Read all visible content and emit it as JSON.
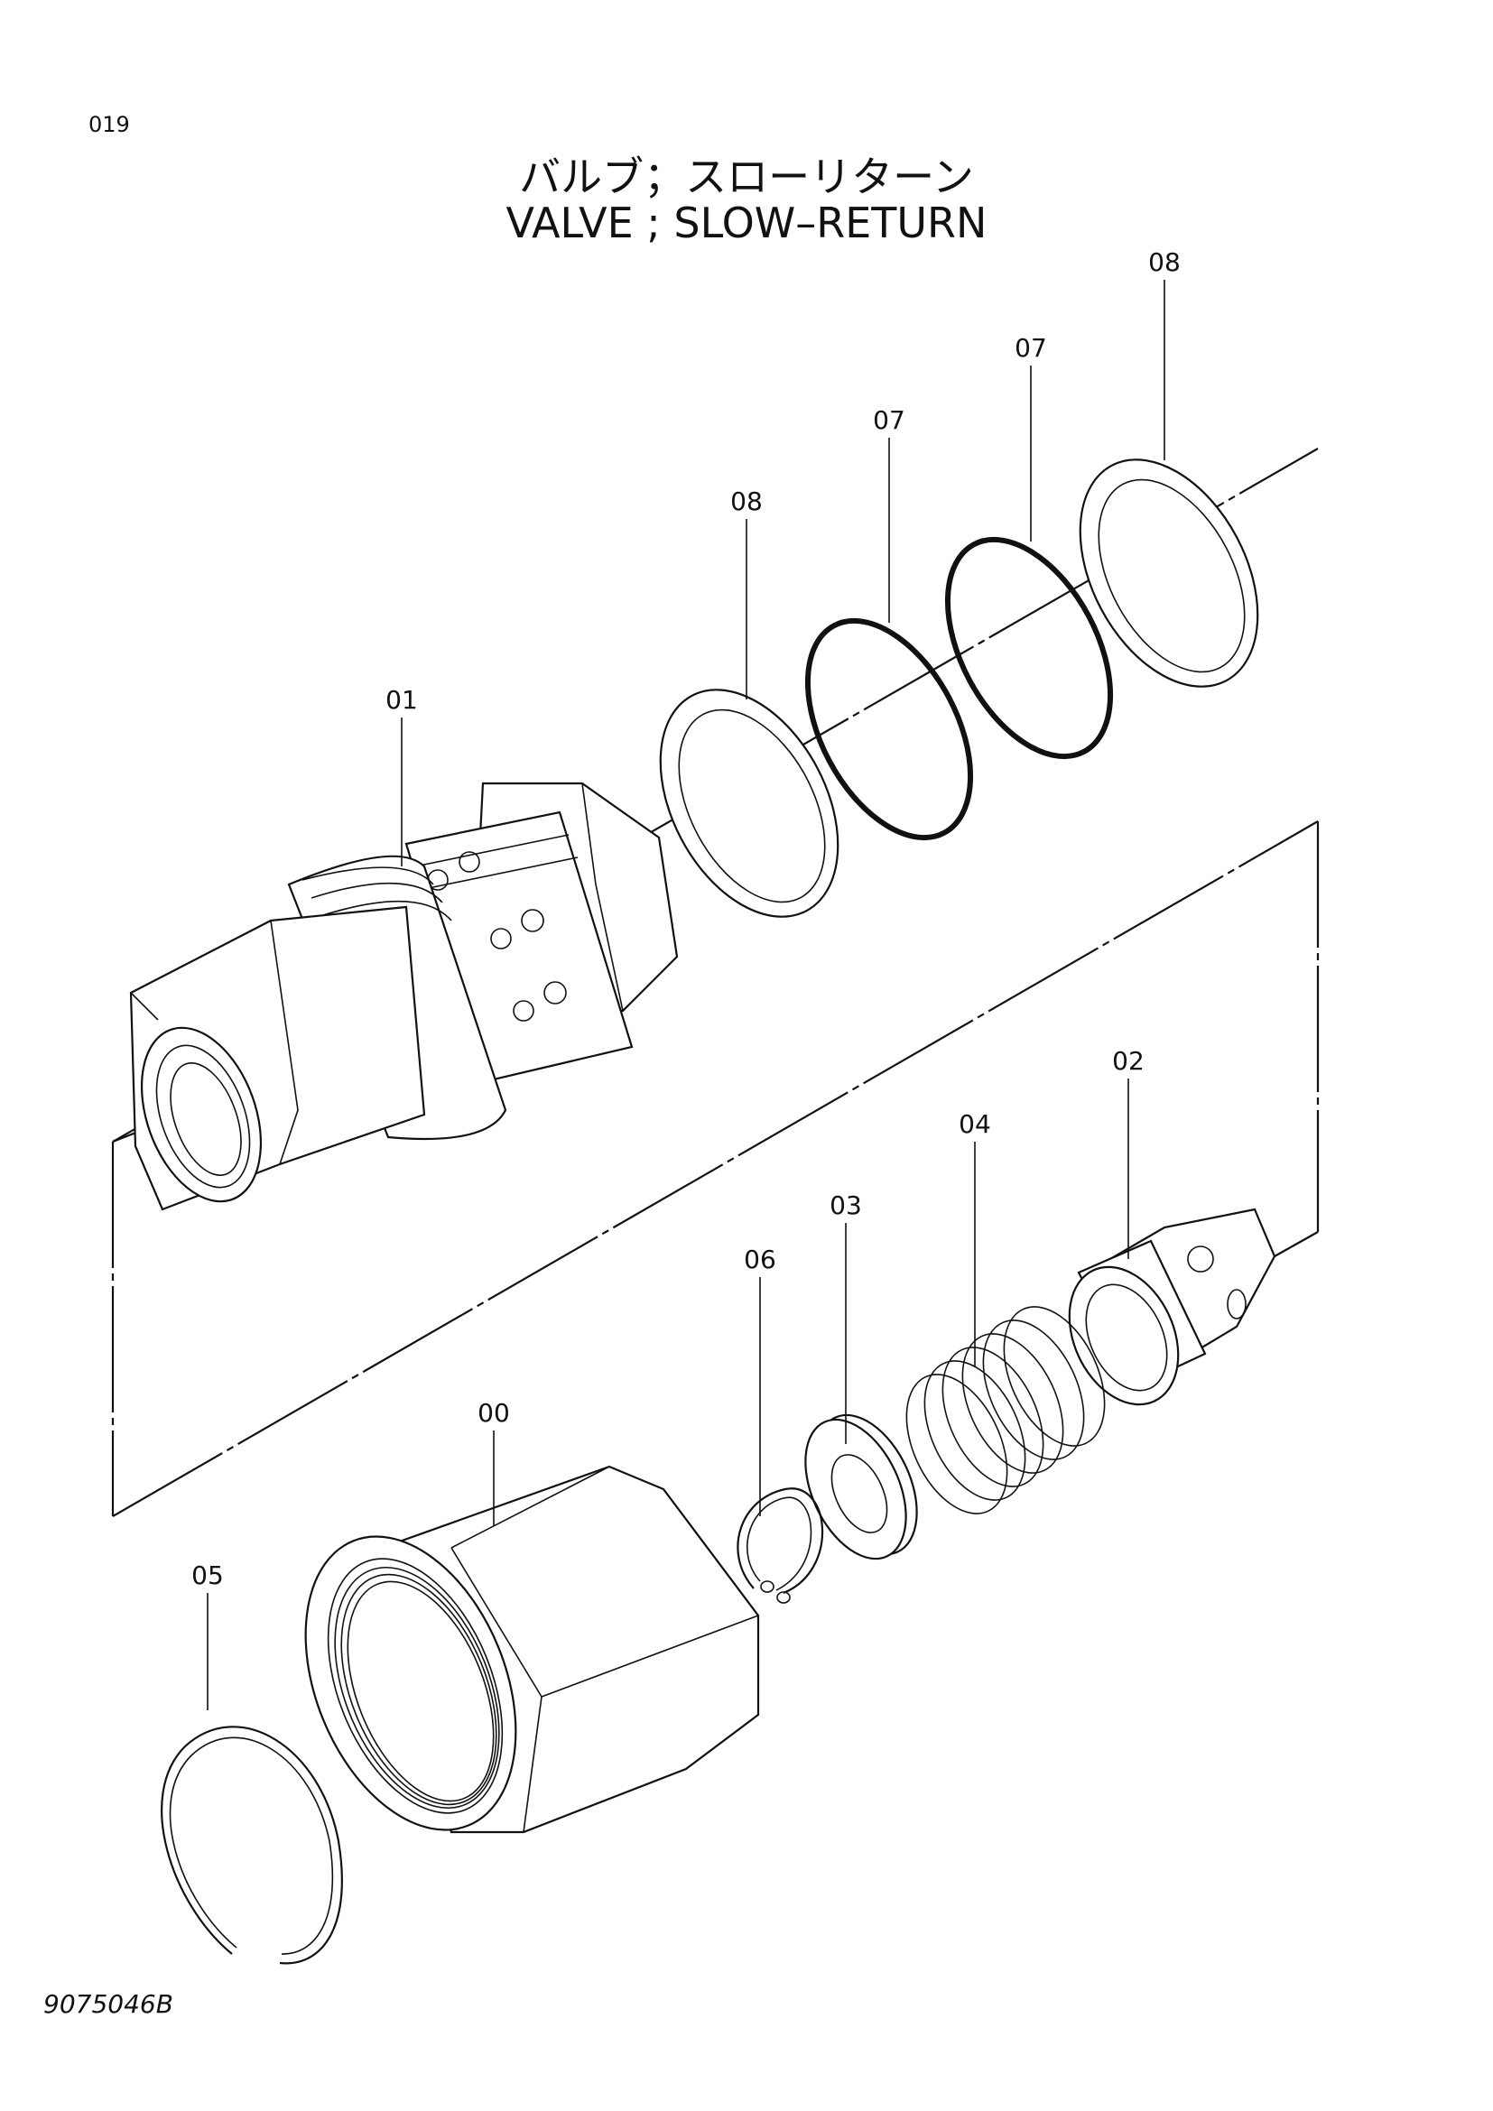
{
  "page": {
    "page_number": "019",
    "title_jp": "バルブ；スローリターン",
    "title_en": "VALVE ; SLOW–RETURN",
    "drawing_number": "9075046B"
  },
  "callouts": [
    {
      "id": "c-01",
      "label": "01"
    },
    {
      "id": "c-02",
      "label": "02"
    },
    {
      "id": "c-03",
      "label": "03"
    },
    {
      "id": "c-04",
      "label": "04"
    },
    {
      "id": "c-05",
      "label": "05"
    },
    {
      "id": "c-06",
      "label": "06"
    },
    {
      "id": "c-00",
      "label": "00"
    },
    {
      "id": "c-07a",
      "label": "07"
    },
    {
      "id": "c-07b",
      "label": "07"
    },
    {
      "id": "c-08a",
      "label": "08"
    },
    {
      "id": "c-08b",
      "label": "08"
    }
  ]
}
